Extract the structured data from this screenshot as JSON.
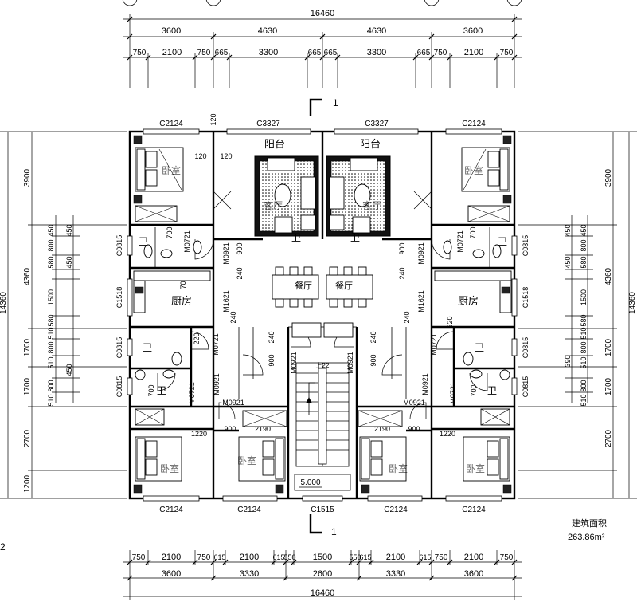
{
  "overall_dim_top": "16460",
  "overall_dim_bottom": "16460",
  "top_dims_row1": [
    "3600",
    "4630",
    "4630",
    "3600"
  ],
  "top_dims_row2": [
    "750",
    "2100",
    "750",
    "665",
    "3300",
    "665",
    "665",
    "3300",
    "665",
    "750",
    "2100",
    "750"
  ],
  "bottom_dims_row1": [
    "750",
    "2100",
    "750",
    "615",
    "2100",
    "615",
    "550",
    "1500",
    "550",
    "615",
    "2100",
    "615",
    "750",
    "2100",
    "750"
  ],
  "bottom_dims_row2": [
    "3600",
    "3330",
    "2600",
    "3330",
    "3600"
  ],
  "left_dims_outer": [
    "3900",
    "4360",
    "1700",
    "1700",
    "2700",
    "1200"
  ],
  "left_dims_total": "14360",
  "right_dims_outer": [
    "3900",
    "4360",
    "1700",
    "1700",
    "2700"
  ],
  "right_dims_total": "14360",
  "left_small_dims": [
    "450",
    "800",
    "580",
    "450",
    "1500",
    "580",
    "510",
    "800",
    "510",
    "450",
    "800",
    "510"
  ],
  "right_small_dims": [
    "450",
    "800",
    "580",
    "450",
    "1500",
    "580",
    "510",
    "800",
    "510",
    "390",
    "800",
    "510"
  ],
  "windows": {
    "top": [
      "C2124",
      "C3327",
      "C3327",
      "C2124"
    ],
    "bottom": [
      "C2124",
      "C2124",
      "C1515",
      "C2124",
      "C2124"
    ],
    "left_side": [
      "C0815",
      "C1518",
      "C0815",
      "C0815"
    ],
    "right_side": [
      "C0815",
      "C1518",
      "C0815",
      "C0815"
    ]
  },
  "doors": [
    "M0921",
    "M0721",
    "M1621",
    "M0921",
    "M0721",
    "M0921",
    "M0921",
    "M0921",
    "M0921",
    "M0721",
    "M0921",
    "M0721",
    "M1621",
    "M0721",
    "M0921"
  ],
  "rooms": {
    "balcony": "阳台",
    "bedroom": "卧室",
    "kitchen": "厨房",
    "bath": "卫",
    "dining": "餐厅",
    "living": "客厅"
  },
  "misc_dims": [
    "120",
    "120",
    "120",
    "900",
    "240",
    "240",
    "900",
    "700",
    "900",
    "1220",
    "2190",
    "2190",
    "1220",
    "220",
    "240",
    "240",
    "240"
  ],
  "section_mark": "1",
  "stair_label": "上22",
  "stair_elev": "5.000",
  "area_label": "建筑面积",
  "area_value": "263.86m²",
  "footnote": "2"
}
